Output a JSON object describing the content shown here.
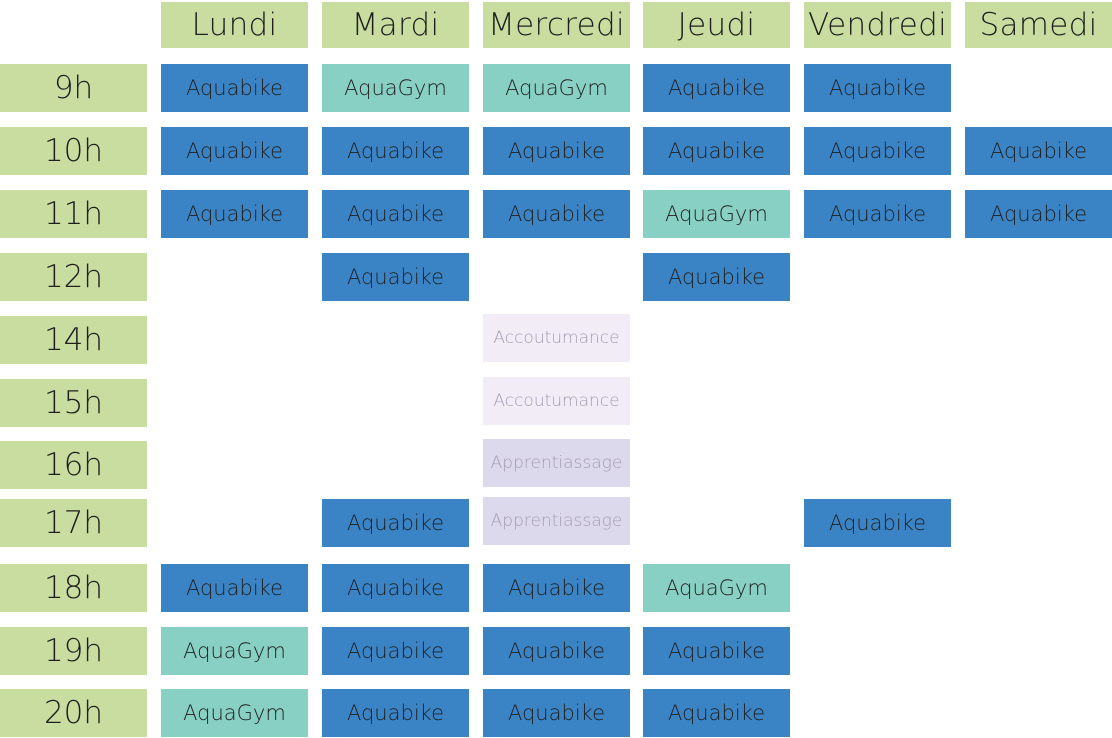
{
  "colors": {
    "header_bg": "#c8dd9f",
    "Aquabike": "#3a84c6",
    "AquaGym": "#88cfc4",
    "Accoutumance": "#f1ecf5",
    "Apprentiassage": "#dcd9ec",
    "text_dark": "#1f1f1f",
    "text_light_purple": "#a79cb4"
  },
  "days": [
    "Lundi",
    "Mardi",
    "Mercredi",
    "Jeudi",
    "Vendredi",
    "Samedi"
  ],
  "hours": [
    "9h",
    "10h",
    "11h",
    "12h",
    "14h",
    "15h",
    "16h",
    "17h",
    "18h",
    "19h",
    "20h"
  ],
  "schedule": [
    [
      "Aquabike",
      "AquaGym",
      "AquaGym",
      "Aquabike",
      "Aquabike",
      ""
    ],
    [
      "Aquabike",
      "Aquabike",
      "Aquabike",
      "Aquabike",
      "Aquabike",
      "Aquabike"
    ],
    [
      "Aquabike",
      "Aquabike",
      "Aquabike",
      "AquaGym",
      "Aquabike",
      "Aquabike"
    ],
    [
      "",
      "Aquabike",
      "",
      "Aquabike",
      "",
      ""
    ],
    [
      "",
      "",
      "Accoutumance",
      "",
      "",
      ""
    ],
    [
      "",
      "",
      "Accoutumance",
      "",
      "",
      ""
    ],
    [
      "",
      "",
      "Apprentiassage",
      "",
      "",
      ""
    ],
    [
      "",
      "Aquabike",
      "Apprentiassage",
      "",
      "Aquabike",
      ""
    ],
    [
      "Aquabike",
      "Aquabike",
      "Aquabike",
      "AquaGym",
      "",
      ""
    ],
    [
      "AquaGym",
      "Aquabike",
      "Aquabike",
      "Aquabike",
      "",
      ""
    ],
    [
      "AquaGym",
      "Aquabike",
      "Aquabike",
      "Aquabike",
      "",
      ""
    ]
  ]
}
